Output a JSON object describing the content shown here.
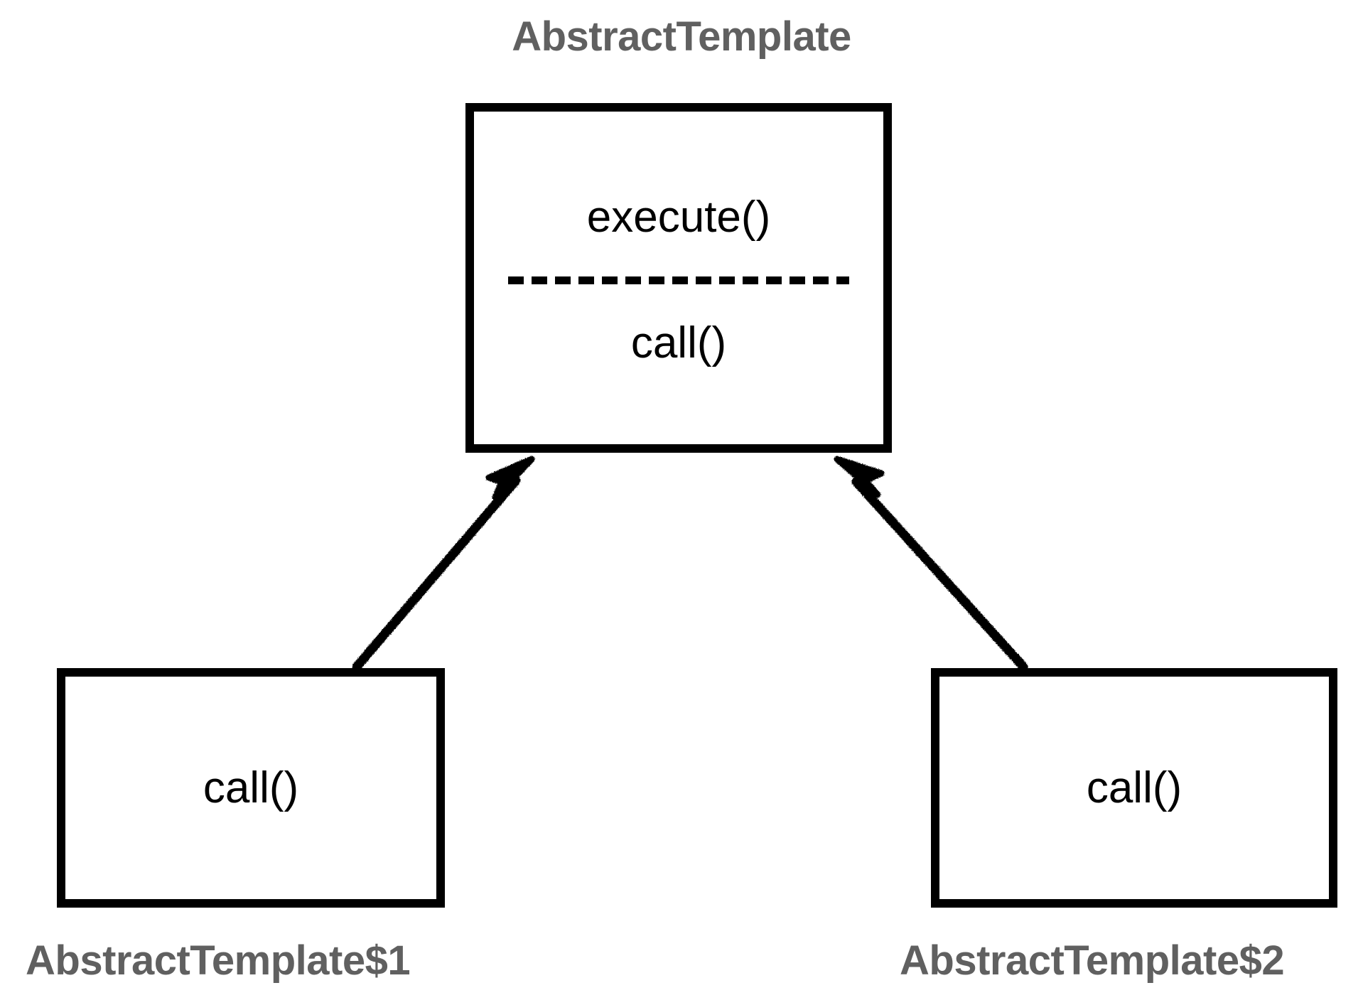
{
  "diagram": {
    "type": "uml-class-diagram",
    "background_color": "#ffffff",
    "label_color": "#606060",
    "stroke_color": "#000000",
    "parent": {
      "label": "AbstractTemplate",
      "members": [
        "execute()",
        "call()"
      ],
      "separator": "dashed-line"
    },
    "children": [
      {
        "label": "AbstractTemplate$1",
        "members": [
          "call()"
        ]
      },
      {
        "label": "AbstractTemplate$2",
        "members": [
          "call()"
        ]
      }
    ],
    "relations": [
      {
        "name": "generalization-child1-to-parent",
        "from": "AbstractTemplate$1",
        "to": "AbstractTemplate",
        "arrow": "solid-filled-triangle"
      },
      {
        "name": "generalization-child2-to-parent",
        "from": "AbstractTemplate$2",
        "to": "AbstractTemplate",
        "arrow": "solid-filled-triangle"
      }
    ]
  }
}
